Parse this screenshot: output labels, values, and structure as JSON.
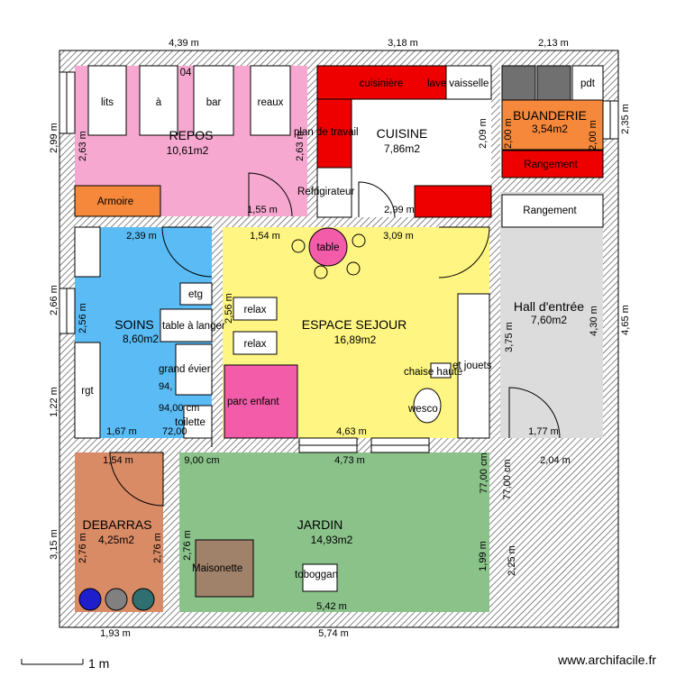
{
  "rooms": {
    "repos": {
      "name": "REPOS",
      "area": "10,61m2"
    },
    "cuisine": {
      "name": "CUISINE",
      "area": "7,86m2"
    },
    "buanderie": {
      "name": "BUANDERIE",
      "area": "3,54m2"
    },
    "soins": {
      "name": "SOINS",
      "area": "8,60m2"
    },
    "sejour": {
      "name": "ESPACE SEJOUR",
      "area": "16,89m2"
    },
    "hall": {
      "name": "Hall d'entrée",
      "area": "7,60m2"
    },
    "debarras": {
      "name": "DEBARRAS",
      "area": "4,25m2"
    },
    "jardin": {
      "name": "JARDIN",
      "area": "14,93m2"
    }
  },
  "furniture": {
    "lits": "lits",
    "a": "à",
    "bar": "bar",
    "reaux": "reaux",
    "code04": "04",
    "armoire": "Armoire",
    "cuisiniere": "cuisinière",
    "lave_vaisselle": "lave vaisselle",
    "plan_travail": "plan de travail",
    "refrigerateur": "Refrigirateur",
    "pdt": "pdt",
    "rangement_buanderie": "Rangement",
    "rangement_hall": "Rangement",
    "etg": "etg",
    "table_langer": "table à langer",
    "grand_evier": "grand évier",
    "rgt": "rgt",
    "toilette": "toilette",
    "table": "table",
    "relax_1": "relax",
    "relax_2": "relax",
    "parc_enfant": "parc enfant",
    "chaise_haute": "chaise haute",
    "jouets": "et jouets",
    "wesco": "wesco",
    "maisonette": "Maisonette",
    "toboggan": "toboggan"
  },
  "dimensions": {
    "top_1": "4,39 m",
    "top_2": "3,18 m",
    "top_3": "2,13 m",
    "left_1": "2,99 m",
    "left_2": "2,66 m",
    "left_3": "1,22 m",
    "left_4": "3,15 m",
    "right_1": "2,35 m",
    "right_2": "4,65 m",
    "right_3": "2,25 m",
    "bottom_1": "1,93 m",
    "bottom_2": "5,74 m",
    "repos_h": "2,63 m",
    "repos_h2": "2,63 m",
    "repos_w": "1,55 m",
    "cuisine_h": "2,09 m",
    "cuisine_w": "2,99 m",
    "buanderie_h": "2,00 m",
    "buanderie_h2": "2,00 m",
    "soins_w": "2,39 m",
    "soins_h": "2,56 m",
    "sejour_w_top": "1,54 m",
    "sejour_w_top2": "3,09 m",
    "sejour_h": "2,56 m",
    "sejour_w_bottom": "4,63 m",
    "sejour_h2": "3,75 m",
    "hall_h": "4,30 m",
    "hall_w": "1,77 m",
    "soins_w_bottom": "1,67 m",
    "soins_w_bottom2": "72,00",
    "sink_w": "94,00 cm",
    "sink_w2": "94,",
    "deb_w": "1,54 m",
    "door_w": "9,00 cm",
    "jardin_w_top": "4,73 m",
    "hall_w_bottom": "2,04 m",
    "v77_1": "77,00 cm",
    "v77_2": "77,00 cm",
    "deb_h": "2,76 m",
    "deb_h2": "2,76 m",
    "jardin_h": "2,76 m",
    "jardin_h2": "1,99 m",
    "jardin_w_bottom": "5,42 m"
  },
  "colors": {
    "wall": "#d8d8d8",
    "repos": "#f7a8d0",
    "cuisine": "#ffffff",
    "red": "#ee0000",
    "orange": "#f5883a",
    "soins": "#5bbcf5",
    "sejour": "#fff582",
    "hall": "#dcdcdc",
    "debarras": "#d98b66",
    "jardin": "#8ac28a",
    "parc": "#f25ca8",
    "table": "#f25ca8",
    "maisonette": "#a0826a",
    "blue_circle": "#1e1ecc",
    "grey_circle": "#808080",
    "teal_circle": "#2f6f6f"
  },
  "footer": {
    "scale": "1 m",
    "site": "www.archifacile.fr"
  }
}
